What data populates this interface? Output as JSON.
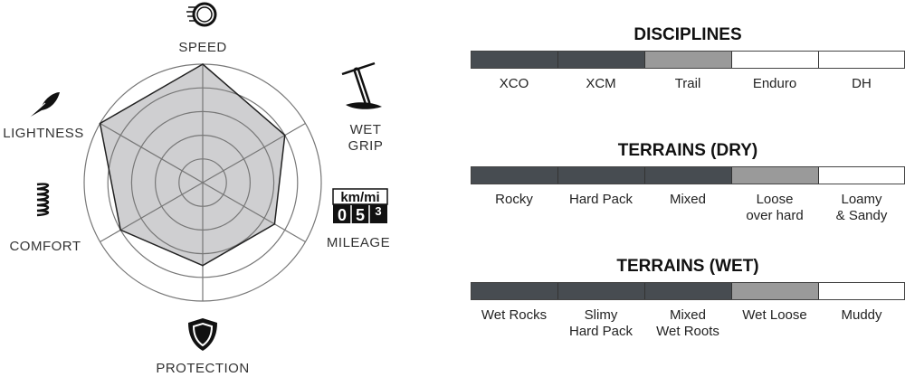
{
  "chart_data": [
    {
      "type": "radar",
      "title": "",
      "axes": [
        "SPEED",
        "WET GRIP",
        "MILEAGE",
        "PROTECTION",
        "COMFORT",
        "LIGHTNESS"
      ],
      "axis_labels_display": {
        "speed": "SPEED",
        "wet_grip_1": "WET",
        "wet_grip_2": "GRIP",
        "mileage": "MILEAGE",
        "protection": "PROTECTION",
        "comfort": "COMFORT",
        "lightness": "LIGHTNESS"
      },
      "values": [
        5,
        4,
        3.5,
        3.5,
        4,
        5
      ],
      "range": [
        0,
        5
      ],
      "rings": 5,
      "fill_color": "#cfcfd1",
      "line_color": "#222222",
      "mileage_icon_text": {
        "unit": "km/mi",
        "d1": "0",
        "d2": "5",
        "d3": "3"
      }
    },
    {
      "type": "table",
      "title": "DISCIPLINES",
      "categories": [
        "XCO",
        "XCM",
        "Trail",
        "Enduro",
        "DH"
      ],
      "levels": [
        "dark",
        "dark",
        "medium",
        "light",
        "light"
      ]
    },
    {
      "type": "table",
      "title": "TERRAINS (DRY)",
      "categories": [
        "Rocky",
        "Hard Pack",
        "Mixed",
        "Loose\nover hard",
        "Loamy\n& Sandy"
      ],
      "levels": [
        "dark",
        "dark",
        "dark",
        "medium",
        "light"
      ]
    },
    {
      "type": "table",
      "title": "TERRAINS (WET)",
      "categories": [
        "Wet Rocks",
        "Slimy\nHard Pack",
        "Mixed\nWet Roots",
        "Wet Loose",
        "Muddy"
      ],
      "levels": [
        "dark",
        "dark",
        "dark",
        "medium",
        "light"
      ]
    }
  ],
  "colors": {
    "dark": "#474c51",
    "medium": "#9a9a9a",
    "light": "#ffffff"
  }
}
